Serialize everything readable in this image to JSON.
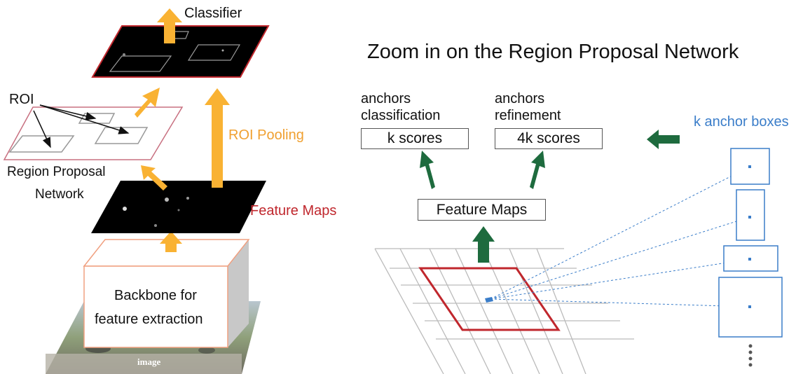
{
  "left": {
    "classifier_label": "Classifier",
    "roi_label": "ROI",
    "rpn_label_line1": "Region Proposal",
    "rpn_label_line2": "Network",
    "roi_pooling_label": "ROI Pooling",
    "feature_maps_label": "Feature Maps",
    "backbone_line1": "Backbone for",
    "backbone_line2": "feature extraction",
    "image_label": "image"
  },
  "right": {
    "title": "Zoom in on the Region Proposal Network",
    "anchors_cls_line1": "anchors",
    "anchors_cls_line2": "classification",
    "anchors_ref_line1": "anchors",
    "anchors_ref_line2": "refinement",
    "k_scores": "k scores",
    "four_k_scores": "4k scores",
    "feature_maps_box": "Feature Maps",
    "k_anchor_boxes": "k anchor boxes"
  },
  "colors": {
    "orange_arrow": "#F9B233",
    "orange_text": "#F0A030",
    "red": "#C0272D",
    "green": "#1E6B3E",
    "blue": "#3A7DC9",
    "grid": "#BBBBBB"
  }
}
